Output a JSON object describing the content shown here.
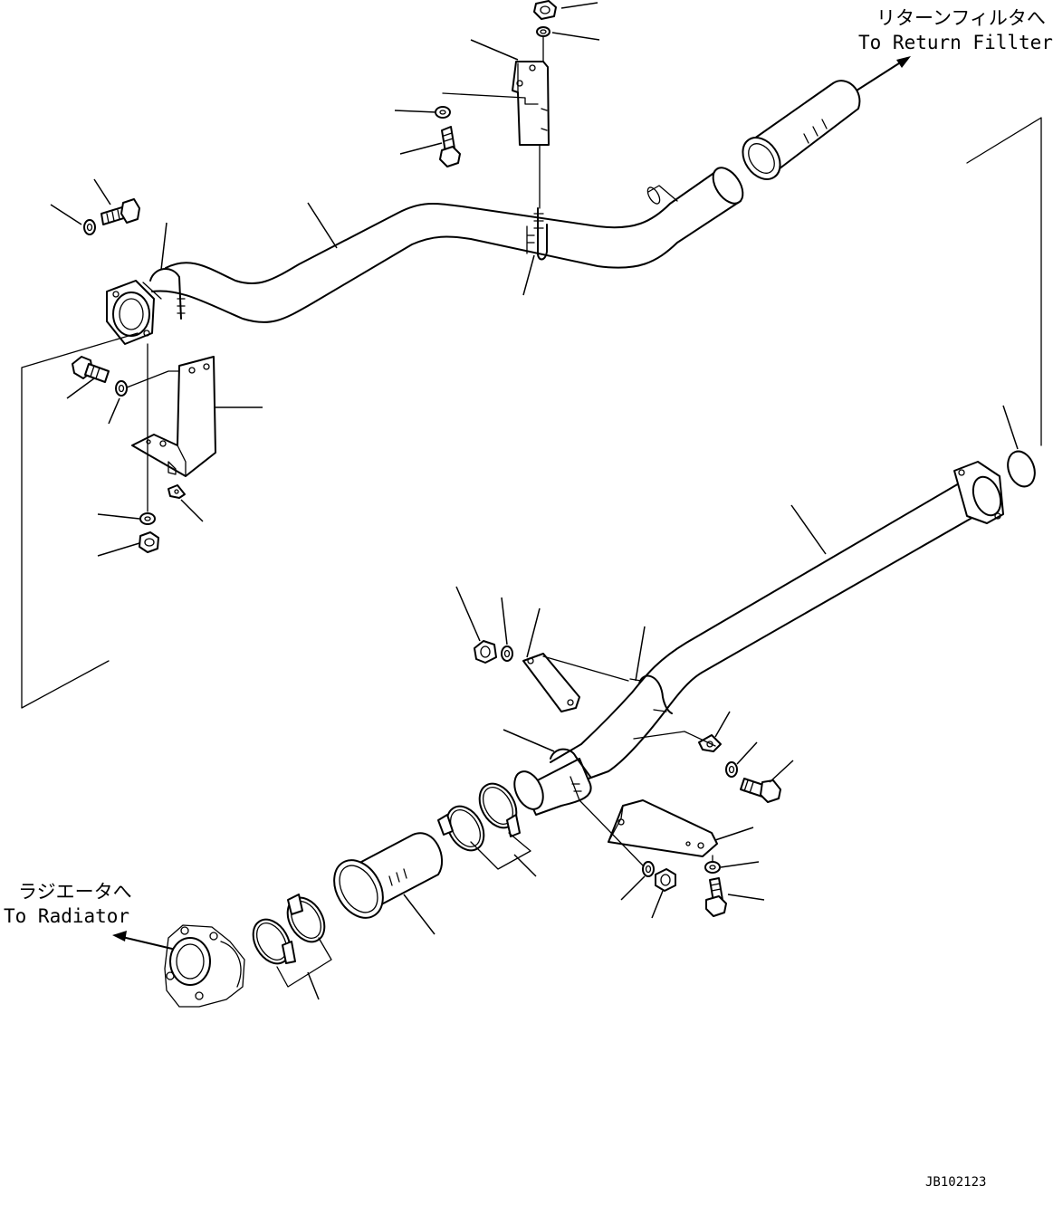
{
  "labels": {
    "return_filter_jp": "リターンフィルタへ",
    "return_filter_en": "To Return Fillter",
    "radiator_jp": "ラジエータへ",
    "radiator_en": "To Radiator",
    "drawing_id": "JB102123"
  },
  "colors": {
    "line": "#000000",
    "background": "#ffffff"
  },
  "icons": [
    "arrow-icon"
  ]
}
